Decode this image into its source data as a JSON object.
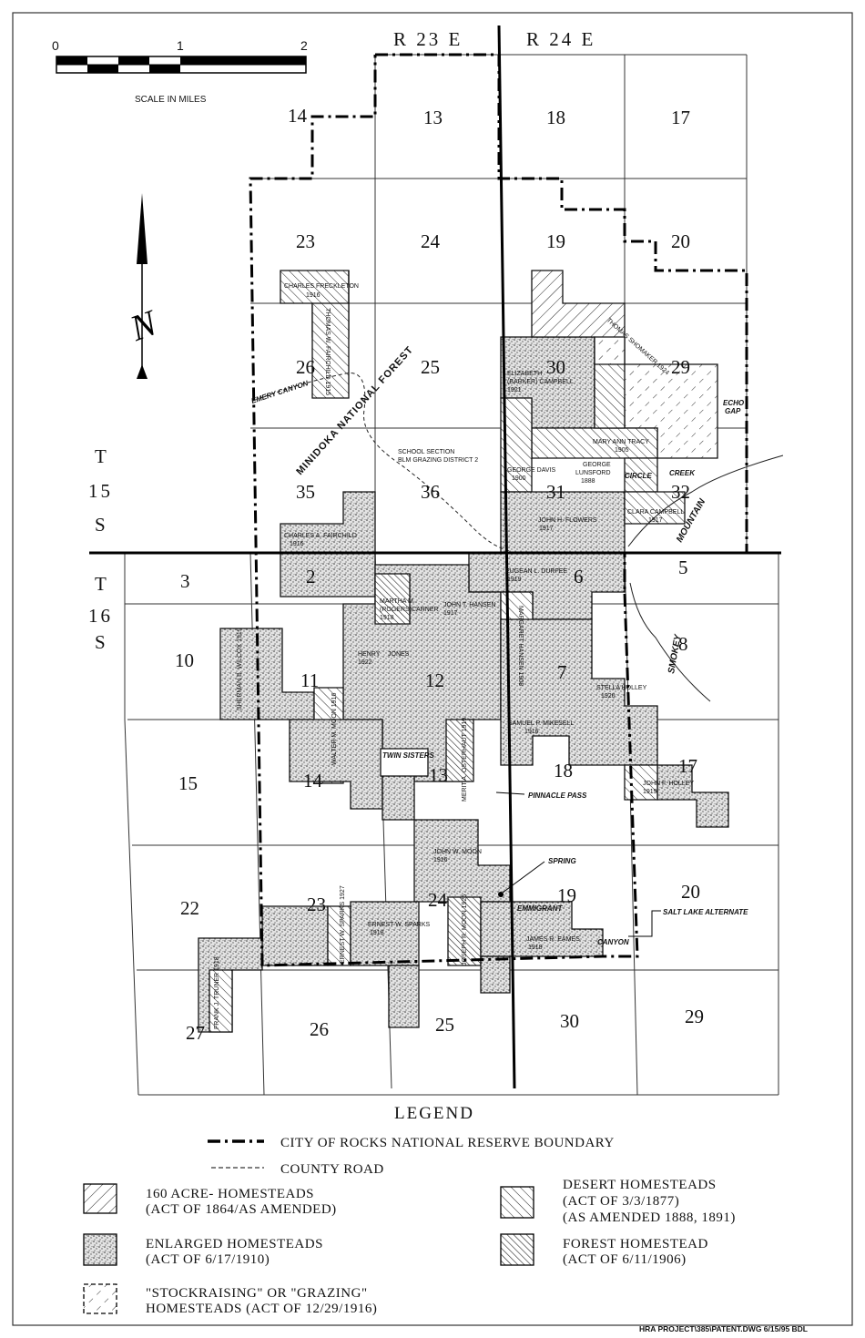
{
  "scale": {
    "ticks": [
      "0",
      "1",
      "2"
    ],
    "label": "SCALE IN MILES"
  },
  "north": {
    "label": "N"
  },
  "ranges": {
    "r23": "R 23 E",
    "r24": "R 24 E"
  },
  "townships": {
    "t15": [
      "T",
      "15",
      "S"
    ],
    "t16": [
      "T",
      "16",
      "S"
    ]
  },
  "sections": {
    "s14": "14",
    "s13": "13",
    "s18": "18",
    "s17": "17",
    "s23": "23",
    "s24": "24",
    "s19": "19",
    "s20": "20",
    "s26": "26",
    "s25": "25",
    "s30": "30",
    "s29": "29",
    "s35": "35",
    "s36": "36",
    "s31": "31",
    "s32": "32",
    "b3": "3",
    "b2": "2",
    "b6": "6",
    "b5": "5",
    "b10": "10",
    "b11": "11",
    "b12": "12",
    "b7": "7",
    "b8": "8",
    "b15": "15",
    "b14": "14",
    "b13": "13",
    "b18": "18",
    "b17": "17",
    "b22": "22",
    "b23": "23",
    "b24": "24",
    "b19": "19",
    "b20": "20",
    "b27": "27",
    "b26": "26",
    "b25": "25",
    "b30": "30",
    "b29": "29"
  },
  "homesteads": {
    "freckleton": [
      "CHARLES FRECKLETON",
      "1916"
    ],
    "tfairchild": "THOMAS W. FAIRCHILD 1915",
    "elizabeth": [
      "ELIZABETH",
      "(BARKER) CAMPBELL",
      "1921"
    ],
    "shomaker": "THOMAS SHOMAKER 1924",
    "tracy": [
      "MARY ANN TRACY",
      "1905"
    ],
    "davis": [
      "GEORGE DAVIS",
      "1900"
    ],
    "lunsford": [
      "GEORGE",
      "LUNSFORD",
      "1888"
    ],
    "clara": [
      "CLARA CAMPBELL",
      "1917"
    ],
    "flowers": [
      "JOHN H. FLOWERS",
      "1917"
    ],
    "cafairchild": [
      "CHARLES A. FAIRCHILD",
      "1916"
    ],
    "school": [
      "SCHOOL SECTION",
      "BLM GRAZING DISTRICT 2"
    ],
    "durfee": [
      "EUGEAN L. DURFEE",
      "1919"
    ],
    "carner": [
      "MARTHA M.",
      "(ROGERS)CARNER",
      "1918"
    ],
    "hansen": [
      "JOHN T. HANSEN",
      "1917"
    ],
    "mhansen": "MARGARET HANSEN 1908",
    "wilcox": "SHERMAN B. WILCOX 1919",
    "henry": [
      "HENRY",
      "1922"
    ],
    "jones": "JONES",
    "holley1": [
      "STELLA HOLLEY",
      "1920"
    ],
    "mikesell": [
      "SAMUEL P. MIKESELL",
      "1916"
    ],
    "wmoon": "WALTER M. MOON 1916",
    "osterhaut": "MERIT A. OSTERHAUT 1919",
    "holley2": [
      "JOHN F. HOLLEY",
      "1919"
    ],
    "jmoon": [
      "JOHN W. MOON",
      "1916"
    ],
    "esparks": "ERNEST W. SPARKS 1927",
    "ewsparks": [
      "ERNEST W. SPARKS",
      "1918"
    ],
    "jrmoon": "JOSEPH R. MOON 1925",
    "eames": [
      "JAMES R. EAMES",
      "1918"
    ],
    "truner": "FRANK J. TRUNER 1918"
  },
  "places": {
    "forest": "MINIDOKA NATIONAL FOREST",
    "emery": "EMERY CANYON",
    "echo": [
      "ECHO",
      "GAP"
    ],
    "circle": "CIRCLE",
    "creek": "CREEK",
    "mountain": "MOUNTAIN",
    "smokey": "SMOKEY",
    "twin": "TWIN SISTERS",
    "pinnacle": "PINNACLE PASS",
    "spring": "SPRING",
    "emigrant": "EMMIGRANT",
    "canyon": "CANYON",
    "salt": "SALT LAKE ALTERNATE"
  },
  "legend": {
    "title": "LEGEND",
    "boundary": "CITY OF ROCKS NATIONAL RESERVE BOUNDARY",
    "road": "COUNTY ROAD",
    "h160": [
      "160 ACRE- HOMESTEADS",
      "(ACT OF 1864/AS AMENDED)"
    ],
    "enlarged": [
      "ENLARGED HOMESTEADS",
      "(ACT OF 6/17/1910)"
    ],
    "stock": [
      "\"STOCKRAISING\" OR \"GRAZING\"",
      "HOMESTEADS (ACT OF 12/29/1916)"
    ],
    "desert": [
      "DESERT HOMESTEADS",
      "(ACT OF 3/3/1877)",
      "(AS AMENDED 1888, 1891)"
    ],
    "forestH": [
      "FOREST HOMESTEAD",
      "(ACT OF 6/11/1906)"
    ]
  },
  "footer": "HRA PROJECT\\385\\PATENT.DWG   6/15/95   BDL"
}
